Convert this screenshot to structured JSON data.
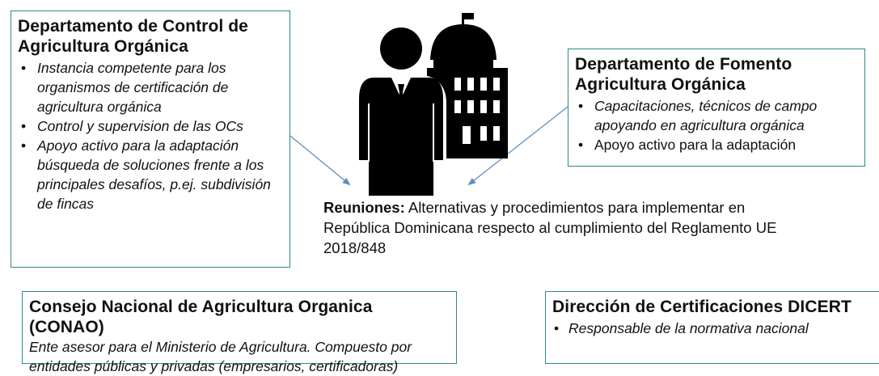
{
  "control": {
    "title": "Departamento de Control de Agricultura Orgánica",
    "items": [
      "Instancia competente para los organismos de certificación de agricultura orgánica",
      "Control y supervision de las OCs",
      "Apoyo activo para la adaptación búsqueda de soluciones frente a los principales desafíos, p.ej. subdivisión de fincas"
    ]
  },
  "fomento": {
    "title": "Departamento de Fomento Agricultura Orgánica",
    "items": [
      "Capacitaciones, técnicos de campo apoyando en agricultura orgánica",
      "Apoyo activo para la adaptación"
    ]
  },
  "reuniones": {
    "label": "Reuniones:",
    "text": " Alternativas y procedimientos para implementar en República Dominicana respecto al cumplimiento del Reglamento UE 2018/848"
  },
  "conao": {
    "title": "Consejo Nacional de Agricultura Organica (CONAO)",
    "description": "Ente asesor para el Ministerio de Agricultura. Compuesto por entidades públicas y privadas (empresarios, certificadoras)"
  },
  "dicert": {
    "title": "Dirección de Certificaciones DICERT",
    "items": [
      "Responsable de la normativa nacional"
    ]
  },
  "icon": {
    "name": "official-government-building-icon",
    "color": "#000000"
  },
  "colors": {
    "box_border": "#2e8b87",
    "arrow": "#5b8fbf"
  }
}
